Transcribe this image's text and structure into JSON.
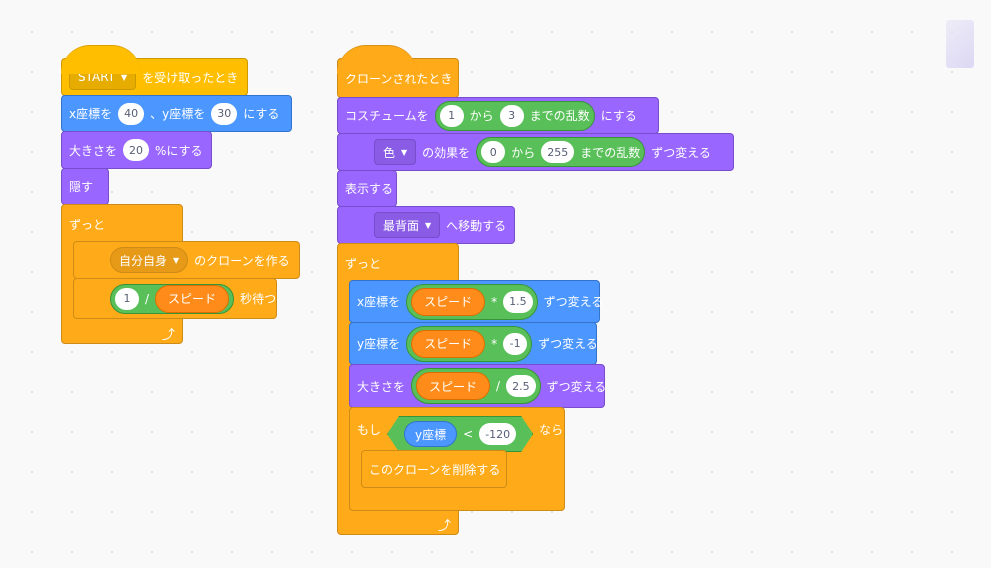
{
  "script1": {
    "hat": {
      "dropdown": "START",
      "label": "を受け取ったとき"
    },
    "goto": {
      "l1": "x座標を",
      "x": "40",
      "l2": "、y座標を",
      "y": "30",
      "l3": "にする"
    },
    "size": {
      "l1": "大きさを",
      "v": "20",
      "l2": "%にする"
    },
    "hide": "隠す",
    "forever": "ずっと",
    "clone": {
      "dropdown": "自分自身",
      "label": "のクローンを作る"
    },
    "wait": {
      "a": "1",
      "op": "/",
      "var": "スピード",
      "label": "秒待つ"
    }
  },
  "script2": {
    "hat": "クローンされたとき",
    "costume": {
      "l1": "コスチュームを",
      "a": "1",
      "from": "から",
      "b": "3",
      "rand": "までの乱数",
      "l2": "にする"
    },
    "effect": {
      "dropdown": "色",
      "l1": "の効果を",
      "a": "0",
      "from": "から",
      "b": "255",
      "rand": "までの乱数",
      "l2": "ずつ変える"
    },
    "show": "表示する",
    "front": {
      "dropdown": "最背面",
      "label": "へ移動する"
    },
    "forever": "ずっと",
    "changex": {
      "l1": "x座標を",
      "var": "スピード",
      "op": "*",
      "v": "1.5",
      "l2": "ずつ変える"
    },
    "changey": {
      "l1": "y座標を",
      "var": "スピード",
      "op": "*",
      "v": "-1",
      "l2": "ずつ変える"
    },
    "changesize": {
      "l1": "大きさを",
      "var": "スピード",
      "op": "/",
      "v": "2.5",
      "l2": "ずつ変える"
    },
    "if": {
      "l1": "もし",
      "var": "y座標",
      "op": "<",
      "v": "-120",
      "l2": "なら"
    },
    "delete": "このクローンを削除する"
  }
}
